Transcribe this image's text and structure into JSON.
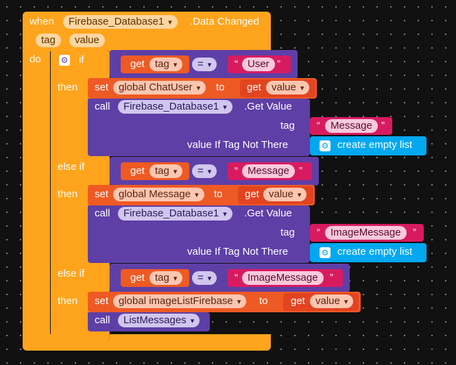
{
  "event": {
    "when_label": "when",
    "component": "Firebase_Database1",
    "event_name": ".Data Changed",
    "params": [
      "tag",
      "value"
    ],
    "do_label": "do"
  },
  "if_block": {
    "if_label": "if",
    "then_label": "then",
    "else_if_label": "else if",
    "gear_icon": "gear-icon"
  },
  "branches": [
    {
      "get_label": "get",
      "var": "tag",
      "op": "=",
      "compare_string": "User",
      "set_label": "set",
      "set_var": "global ChatUser",
      "to_label": "to",
      "set_get_label": "get",
      "set_get_var": "value",
      "call_label": "call",
      "call_component": "Firebase_Database1",
      "call_method": ".Get Value",
      "tag_label": "tag",
      "tag_string": "Message",
      "value_label": "value If Tag Not There",
      "empty_list_label": "create empty list"
    },
    {
      "get_label": "get",
      "var": "tag",
      "op": "=",
      "compare_string": "Message",
      "set_label": "set",
      "set_var": "global Message",
      "to_label": "to",
      "set_get_label": "get",
      "set_get_var": "value",
      "call_label": "call",
      "call_component": "Firebase_Database1",
      "call_method": ".Get Value",
      "tag_label": "tag",
      "tag_string": "ImageMessage",
      "value_label": "value If Tag Not There",
      "empty_list_label": "create empty list"
    },
    {
      "get_label": "get",
      "var": "tag",
      "op": "=",
      "compare_string": "ImageMessage",
      "set_label": "set",
      "set_var": "global imageListFirebase",
      "to_label": "to",
      "set_get_label": "get",
      "set_get_var": "value",
      "call_label": "call",
      "call_procedure": "ListMessages"
    }
  ],
  "quote_open": "“",
  "quote_close": "”",
  "colors": {
    "event": "#FFA41C",
    "control": "#FFA41C",
    "component_call": "#5E3FA6",
    "variable": "#EE5A24",
    "text": "#D81B60",
    "list": "#00A8F0",
    "background": "#111111"
  }
}
